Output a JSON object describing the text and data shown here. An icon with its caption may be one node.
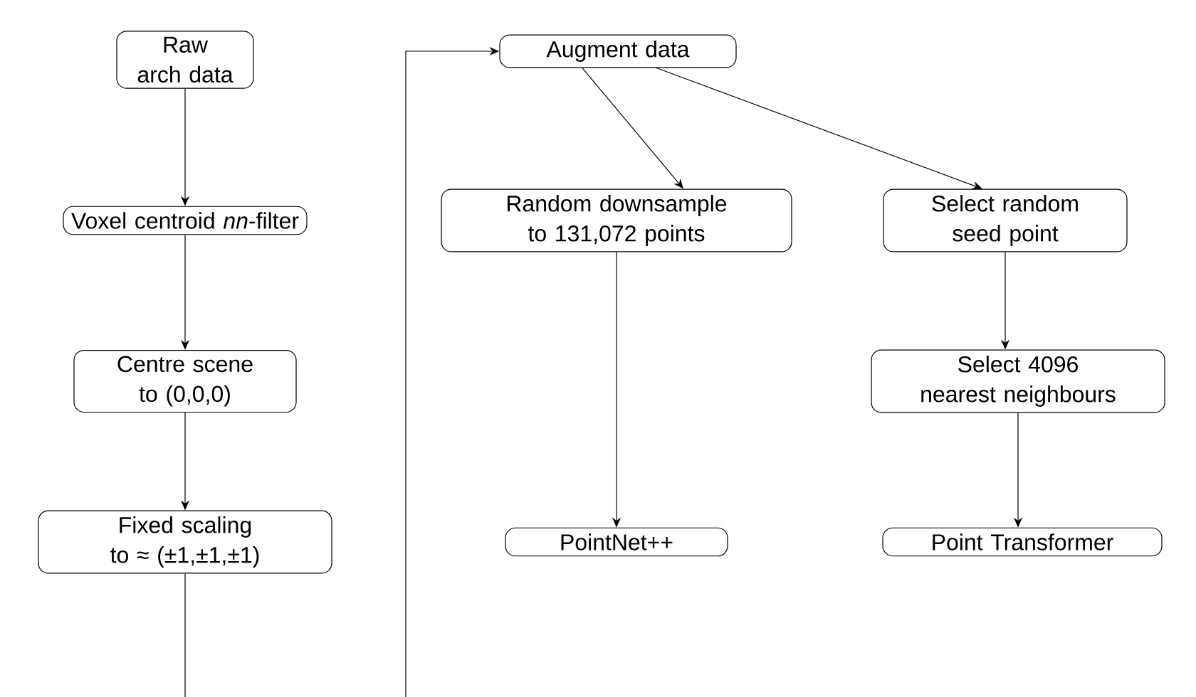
{
  "diagram": {
    "nodes": [
      {
        "text": [
          "Raw arch data"
        ]
      },
      {
        "text": [
          "Voxel centroid *nn*-filter"
        ]
      },
      {
        "text": [
          "Centre scene to (0,0,0)"
        ]
      },
      {
        "text": [
          "Fixed scaling to ≈ (±1,±1,±1)"
        ]
      },
      {
        "text": [
          "Augment data"
        ]
      },
      {
        "text": [
          "Random downsample to 131,072 points"
        ]
      },
      {
        "text": [
          "Select random seed point"
        ]
      },
      {
        "text": [
          "Select 4096 nearest neighbours"
        ]
      },
      {
        "text": [
          "PointNet++"
        ]
      },
      {
        "text": [
          "Point Transformer"
        ]
      }
    ],
    "edges": [
      {
        "from": 0,
        "to": 1,
        "arrow": "to"
      },
      {
        "from": 1,
        "to": 2,
        "arrow": "to"
      },
      {
        "from": 2,
        "to": 3,
        "arrow": "to"
      },
      {
        "from": 3,
        "to": 4,
        "arrow": "to"
      },
      {
        "from": 4,
        "to": 5,
        "arrow": "to"
      },
      {
        "from": 4,
        "to": 6,
        "arrow": "to"
      },
      {
        "from": 5,
        "to": 8,
        "arrow": "to"
      },
      {
        "from": 6,
        "to": 7,
        "arrow": "to"
      },
      {
        "from": 7,
        "to": 9,
        "arrow": "to"
      }
    ]
  }
}
